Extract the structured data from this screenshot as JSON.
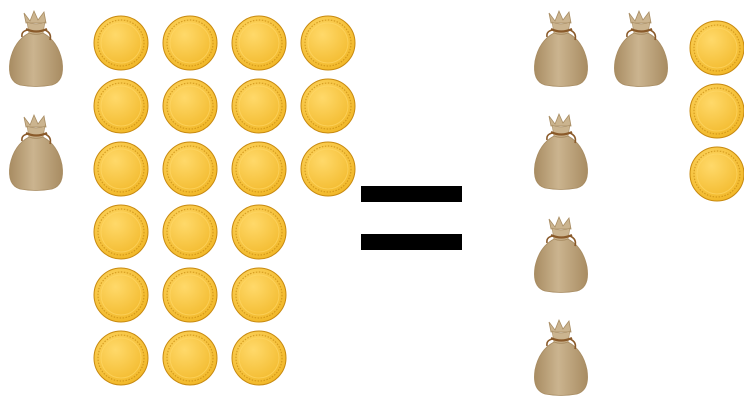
{
  "equation": {
    "left": {
      "bags": 2,
      "coins": 21,
      "coin_rows": [
        4,
        4,
        4,
        3,
        3,
        3
      ]
    },
    "operator": "=",
    "right": {
      "bags": 5,
      "coins": 3,
      "bag_rows": [
        2,
        1,
        1,
        1
      ]
    }
  },
  "icons": {
    "bag": "money-sack-icon",
    "coin": "gold-coin-icon"
  },
  "colors": {
    "background": "#ffffff",
    "coin_fill": "#f2b92b",
    "coin_highlight": "#ffd96a",
    "coin_edge": "#c88a10",
    "bag_fill": "#cbb48f",
    "bag_shadow": "#a88c62",
    "bag_rope": "#8a5a2a",
    "equals_sign": "#000000"
  }
}
